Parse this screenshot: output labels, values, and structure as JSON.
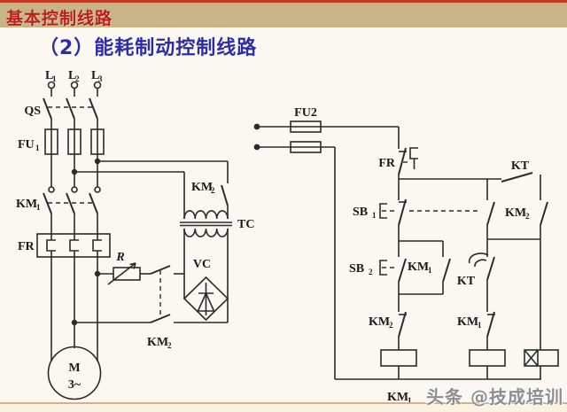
{
  "header": {
    "title": "基本控制线路"
  },
  "slide": {
    "subtitle": "（2）能耗制动控制线路"
  },
  "watermark": {
    "text": "头条 @技成培训"
  },
  "colors": {
    "header_bg": "#c9b488",
    "header_rule_red": "#c23a24",
    "title_red": "#bf1f1c",
    "subtitle_blue": "#2d2da8",
    "wire": "#2b2b2b",
    "watermark_gray": "#8e8e8e"
  },
  "circuit": {
    "labels": {
      "l1": {
        "base": "L",
        "sub": "1"
      },
      "l2": {
        "base": "L",
        "sub": "2"
      },
      "l3": {
        "base": "L",
        "sub": "3"
      },
      "qs": "QS",
      "fu1": {
        "base": "FU",
        "sub": "1"
      },
      "km1_main": {
        "base": "KM",
        "sub": "1"
      },
      "fr_main": "FR",
      "r_resistor": "R",
      "motor": {
        "m": "M",
        "phase": "3~"
      },
      "km2_tc": {
        "base": "KM",
        "sub": "2"
      },
      "tc": "TC",
      "vc": "VC",
      "km2_brake": {
        "base": "KM",
        "sub": "2"
      },
      "fu2": "FU2",
      "fr_ctrl": "FR",
      "kt_top": "KT",
      "sb1": {
        "base": "SB",
        "sub": "1"
      },
      "km2_no": {
        "base": "KM",
        "sub": "2"
      },
      "sb2": {
        "base": "SB",
        "sub": "2"
      },
      "km1_hold": {
        "base": "KM",
        "sub": "1"
      },
      "kt_delay": "KT",
      "km2_nc": {
        "base": "KM",
        "sub": "2"
      },
      "km1_nc": {
        "base": "KM",
        "sub": "1"
      },
      "km1_coil": {
        "base": "KM",
        "sub": "1"
      }
    }
  }
}
